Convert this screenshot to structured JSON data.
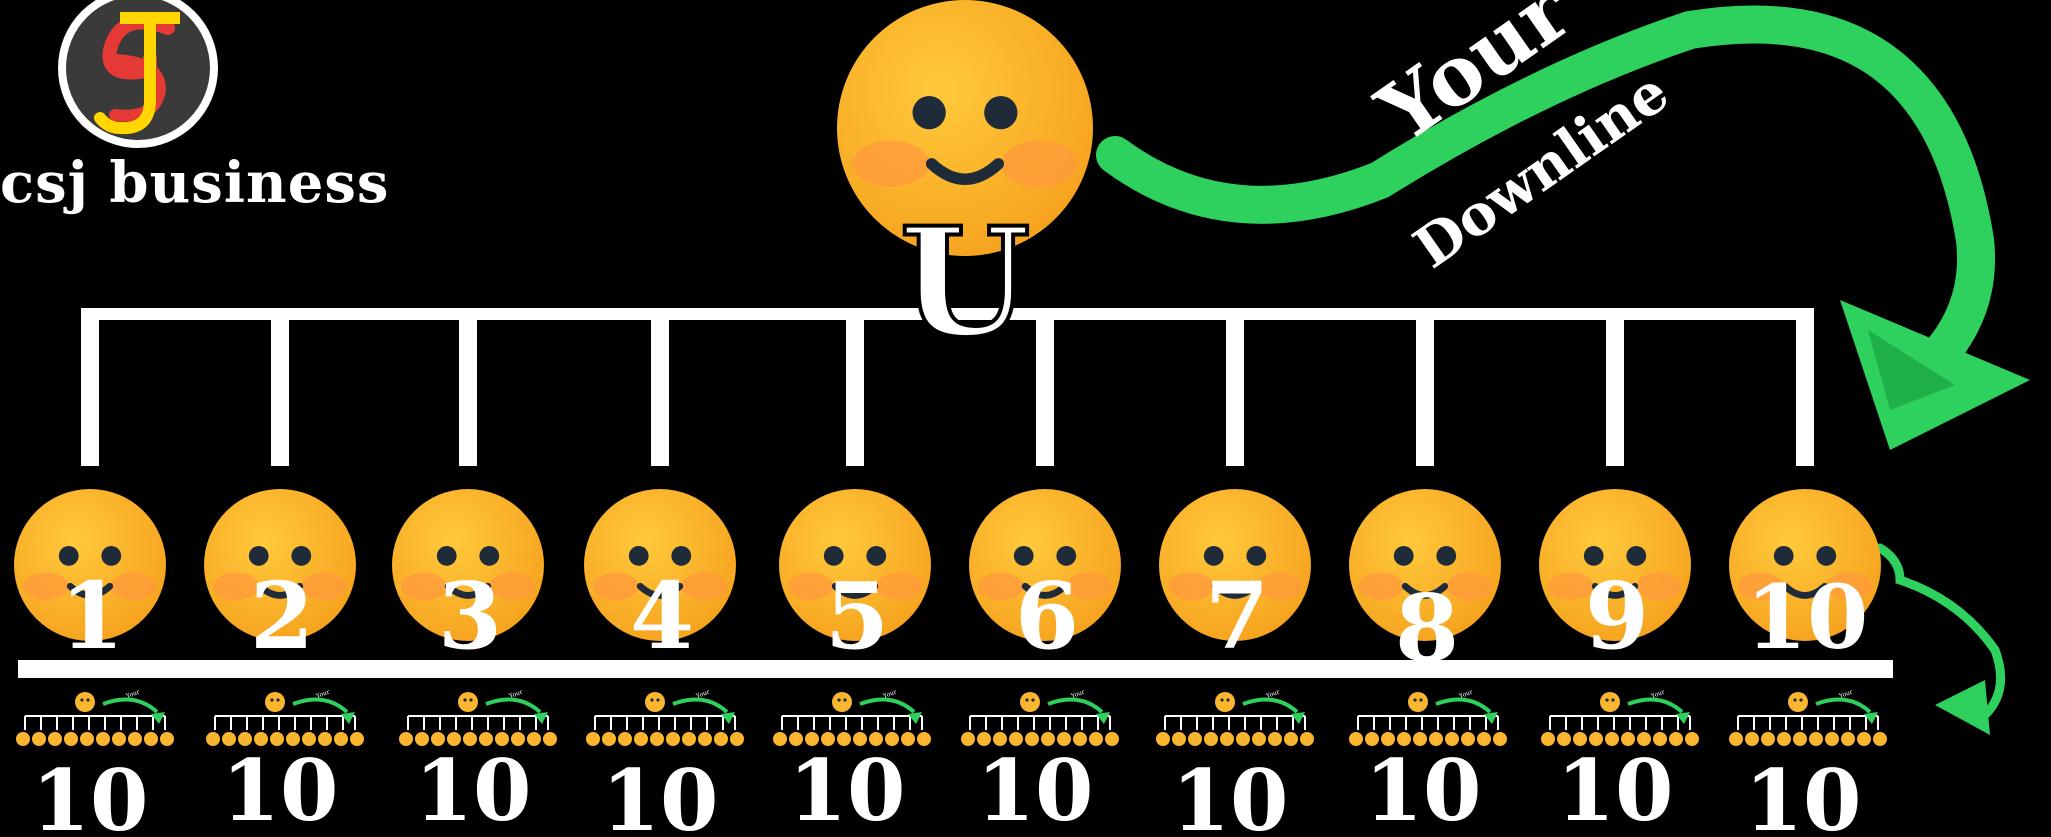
{
  "brand": {
    "logo_letters": "CSJ",
    "name": "csj business"
  },
  "top_node": {
    "label": "U"
  },
  "arrow": {
    "line1": "Your",
    "line2": "Downline"
  },
  "members": [
    {
      "label": "1"
    },
    {
      "label": "2"
    },
    {
      "label": "3"
    },
    {
      "label": "4"
    },
    {
      "label": "5"
    },
    {
      "label": "6"
    },
    {
      "label": "7"
    },
    {
      "label": "8"
    },
    {
      "label": "9"
    },
    {
      "label": "10"
    }
  ],
  "sub_downlines": [
    {
      "count": "10"
    },
    {
      "count": "10"
    },
    {
      "count": "10"
    },
    {
      "count": "10"
    },
    {
      "count": "10"
    },
    {
      "count": "10"
    },
    {
      "count": "10"
    },
    {
      "count": "10"
    },
    {
      "count": "10"
    },
    {
      "count": "10"
    }
  ],
  "colors": {
    "face": "#FCB52E",
    "face_dark": "#F39C12",
    "cheek": "#FF9A3C",
    "features": "#1F2B38",
    "arrow": "#2ED15E",
    "line": "#FFFFFF",
    "background": "#000000",
    "logo_bg": "#3A3A3A",
    "logo_red": "#E53935",
    "logo_yellow": "#FFD600"
  },
  "icons": {
    "face": "smiley-face-icon",
    "arrow": "curved-arrow-icon",
    "logo": "csj-logo-icon"
  }
}
